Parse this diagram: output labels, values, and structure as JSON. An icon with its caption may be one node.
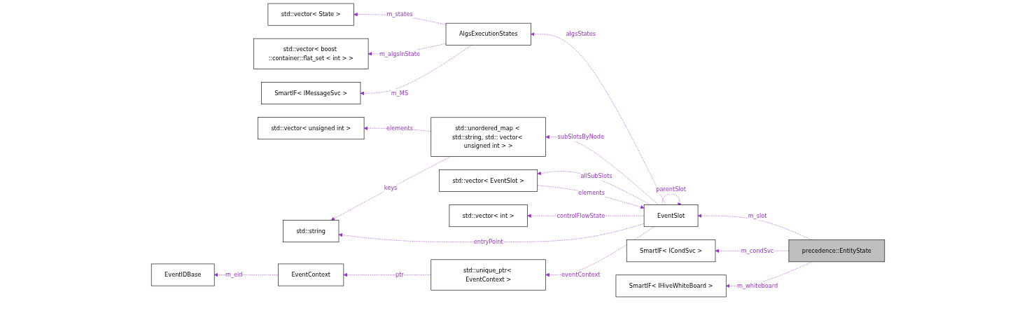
{
  "diagram": {
    "nodes": [
      {
        "text": [
          "std::vector< State >"
        ]
      },
      {
        "text": [
          "std::vector< boost ::container::flat_set < int > >"
        ]
      },
      {
        "text": [
          "SmartIF< IMessageSvc >"
        ]
      },
      {
        "text": [
          "AlgsExecutionStates"
        ]
      },
      {
        "text": [
          "std::vector< unsigned int >"
        ]
      },
      {
        "text": [
          "std::unordered_map < std::string, std:: vector< unsigned int > >"
        ]
      },
      {
        "text": [
          "std::string"
        ]
      },
      {
        "text": [
          "EventSlot"
        ]
      },
      {
        "text": [
          "std::vector< EventSlot >"
        ]
      },
      {
        "text": [
          "std::vector< int >"
        ]
      },
      {
        "text": [
          "SmartIF< ICondSvc >"
        ]
      },
      {
        "text": [
          "precedence::EntityState"
        ]
      },
      {
        "text": [
          "EventIDBase"
        ]
      },
      {
        "text": [
          "EventContext"
        ]
      },
      {
        "text": [
          "std::unique_ptr< EventContext >"
        ]
      },
      {
        "text": [
          "SmartIF< IHiveWhiteBoard >"
        ]
      }
    ],
    "edges": [
      {
        "from": 3,
        "to": 0,
        "arrow": "to",
        "label": "m_states",
        "style": "dashed"
      },
      {
        "from": 3,
        "to": 1,
        "arrow": "to",
        "label": "m_algsInState",
        "style": "dashed"
      },
      {
        "from": 3,
        "to": 2,
        "arrow": "to",
        "label": "m_MS",
        "style": "dashed"
      },
      {
        "from": 5,
        "to": 4,
        "arrow": "to",
        "label": "elements",
        "style": "dashed"
      },
      {
        "from": 5,
        "to": 6,
        "arrow": "to",
        "label": "keys",
        "style": "dashed"
      },
      {
        "from": 7,
        "to": 3,
        "arrow": "to",
        "label": "algsStates",
        "style": "dashed"
      },
      {
        "from": 7,
        "to": 5,
        "arrow": "to",
        "label": "subSlotsByNode",
        "style": "dashed"
      },
      {
        "from": 7,
        "to": 7,
        "arrow": "to",
        "label": "parentSlot",
        "style": "dashed"
      },
      {
        "from": 7,
        "to": 6,
        "arrow": "to",
        "label": "entryPoint",
        "style": "dashed"
      },
      {
        "from": 7,
        "to": 8,
        "arrow": "to",
        "label": "allSubSlots",
        "style": "dashed"
      },
      {
        "from": 8,
        "to": 7,
        "arrow": "to",
        "label": "elements",
        "style": "dashed"
      },
      {
        "from": 7,
        "to": 9,
        "arrow": "to",
        "label": "controlFlowState",
        "style": "dashed"
      },
      {
        "from": 7,
        "to": 14,
        "arrow": "to",
        "label": "eventContext",
        "style": "dashed"
      },
      {
        "from": 11,
        "to": 7,
        "arrow": "to",
        "label": "m_slot",
        "style": "dashed"
      },
      {
        "from": 11,
        "to": 10,
        "arrow": "to",
        "label": "m_condSvc",
        "style": "dashed"
      },
      {
        "from": 11,
        "to": 15,
        "arrow": "to",
        "label": "m_whiteboard",
        "style": "dashed"
      },
      {
        "from": 13,
        "to": 12,
        "arrow": "to",
        "label": "m_eid",
        "style": "dashed"
      },
      {
        "from": 14,
        "to": 13,
        "arrow": "to",
        "label": "ptr",
        "style": "dashed"
      }
    ]
  }
}
